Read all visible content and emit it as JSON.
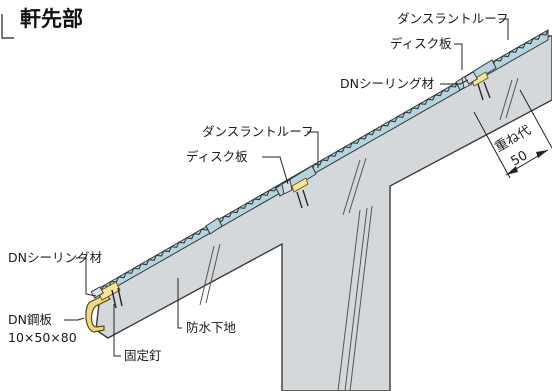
{
  "title": "軒先部",
  "labels": {
    "roofing_top": "ダンスラントルーフ",
    "disc_top": "ディスク板",
    "sealing_top": "DNシーリング材",
    "roofing_mid": "ダンスラントルーフ",
    "disc_mid": "ディスク板",
    "sealing_left": "DNシーリング材",
    "steel_plate_1": "DN鋼板",
    "steel_plate_2": "10×50×80",
    "waterproof_base": "防水下地",
    "fixing_nail": "固定釘"
  },
  "overlap": {
    "label": "重ね代",
    "value": "50"
  },
  "colors": {
    "substrate": "#d4d8da",
    "substrate_edge": "#3a3a3a",
    "roof_sheet": "#b7d3dd",
    "sealant": "#f2e49a",
    "steel_plate": "#f0d98a",
    "disc": "#d9dee0"
  },
  "icons": {
    "title_marker": "bracket-corner-icon"
  }
}
